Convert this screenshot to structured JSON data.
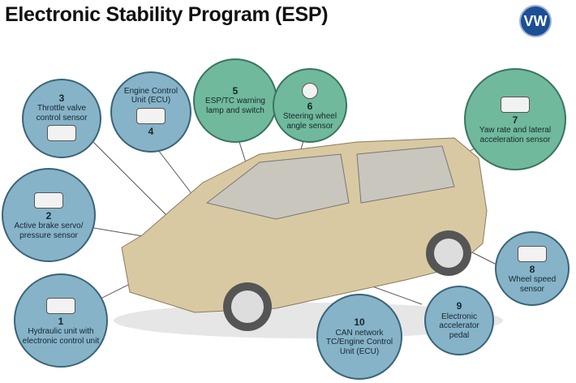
{
  "title": "Electronic Stability Program (ESP)",
  "logo": "VW",
  "components": [
    {
      "num": "1",
      "label": "Hydraulic unit with electronic control unit"
    },
    {
      "num": "2",
      "label": "Active brake servo/ pressure sensor"
    },
    {
      "num": "3",
      "label": "Throttle valve control sensor"
    },
    {
      "num": "4",
      "label": "Engine Control Unit (ECU)"
    },
    {
      "num": "5",
      "label": "ESP/TC warning lamp and switch"
    },
    {
      "num": "6",
      "label": "Steering wheel angle sensor"
    },
    {
      "num": "7",
      "label": "Yaw rate and lateral acceleration sensor"
    },
    {
      "num": "8",
      "label": "Wheel speed sensor"
    },
    {
      "num": "9",
      "label": "Electronic accelerator pedal"
    },
    {
      "num": "10",
      "label": "CAN network TC/Engine Control Unit (ECU)"
    }
  ],
  "colors": {
    "blue": "#86b3c8",
    "green": "#71b99c",
    "car": "#d9c9a3"
  }
}
